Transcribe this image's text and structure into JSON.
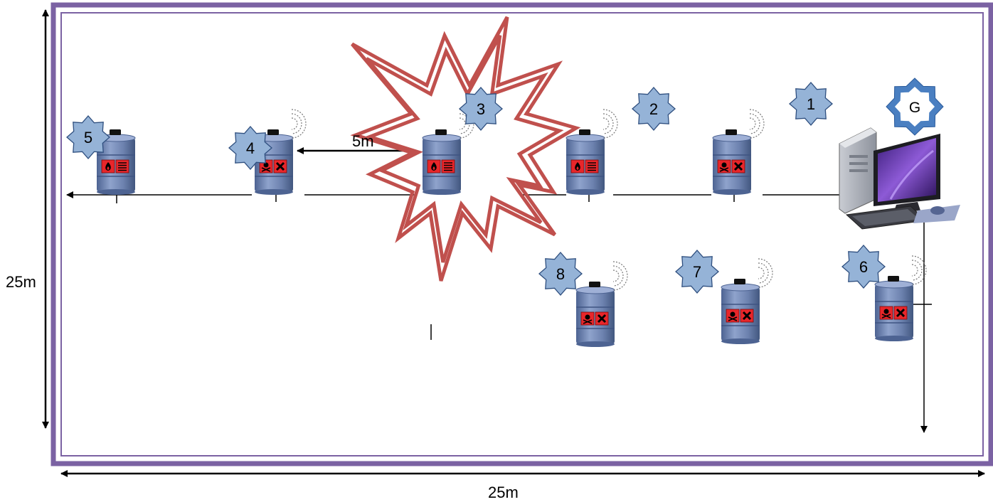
{
  "dimensions": {
    "width_label": "25m",
    "height_label": "25m",
    "spacing_label": "5m"
  },
  "gateway": {
    "label": "G"
  },
  "nodes": [
    {
      "id": "1",
      "label": "1"
    },
    {
      "id": "2",
      "label": "2"
    },
    {
      "id": "3",
      "label": "3"
    },
    {
      "id": "4",
      "label": "4"
    },
    {
      "id": "5",
      "label": "5"
    },
    {
      "id": "6",
      "label": "6"
    },
    {
      "id": "7",
      "label": "7"
    },
    {
      "id": "8",
      "label": "8"
    }
  ],
  "barrels": [
    {
      "node": "5",
      "hazard": [
        "flame-icon",
        "corrosive-icon"
      ],
      "sensor": false
    },
    {
      "node": "4",
      "hazard": [
        "toxic-icon",
        "harmful-icon"
      ],
      "sensor": true
    },
    {
      "node": "3",
      "hazard": [
        "flame-icon",
        "corrosive-icon"
      ],
      "sensor": true
    },
    {
      "node": "2",
      "hazard": [
        "flame-icon",
        "corrosive-icon"
      ],
      "sensor": true
    },
    {
      "node": "1",
      "hazard": [
        "toxic-icon",
        "harmful-icon"
      ],
      "sensor": true
    },
    {
      "node": "8",
      "hazard": [
        "toxic-icon",
        "harmful-icon"
      ],
      "sensor": true
    },
    {
      "node": "7",
      "hazard": [
        "toxic-icon",
        "harmful-icon"
      ],
      "sensor": true
    },
    {
      "node": "6",
      "hazard": [
        "toxic-icon",
        "harmful-icon"
      ],
      "sensor": true
    }
  ],
  "event": {
    "icon": "explosion-icon"
  },
  "colors": {
    "border": "#7b62a3",
    "star_fill": "#95b3d7",
    "star_stroke": "#2f4f7f",
    "barrel": "#6a80b0",
    "explosion": "#c0504d",
    "gateway_star": "#4a7fc1",
    "hazard": "#e8262a"
  }
}
